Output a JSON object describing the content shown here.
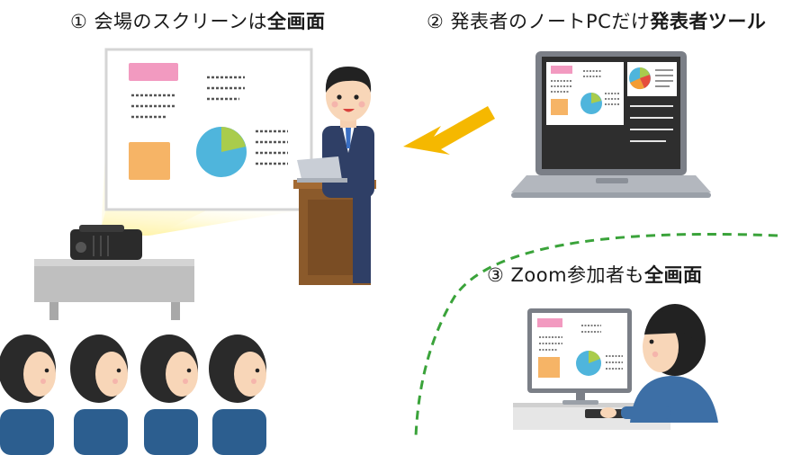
{
  "captions": {
    "venue": {
      "number": "①",
      "text": "会場のスクリーンは",
      "bold": "全画面"
    },
    "presenter": {
      "number": "②",
      "text": "発表者のノートPCだけ",
      "bold": "発表者ツール"
    },
    "zoom": {
      "number": "③",
      "text": "Zoom参加者も",
      "bold": "全画面"
    }
  },
  "colors": {
    "arrow": "#f5b800",
    "dashed_curve": "#3aa33a",
    "slide_pink": "#f29ac0",
    "slide_orange": "#f6b466",
    "pie_blue": "#4fb5dc",
    "pie_green": "#a9cc4c",
    "pie_red": "#e64c3c",
    "pie_orange": "#f39c33",
    "laptop_screen": "#2e2e2e",
    "podium": "#8b5a2b"
  },
  "icons": {
    "arrow": "arrow-left-icon",
    "projector": "projector-icon",
    "laptop": "laptop-icon",
    "monitor": "monitor-icon"
  }
}
